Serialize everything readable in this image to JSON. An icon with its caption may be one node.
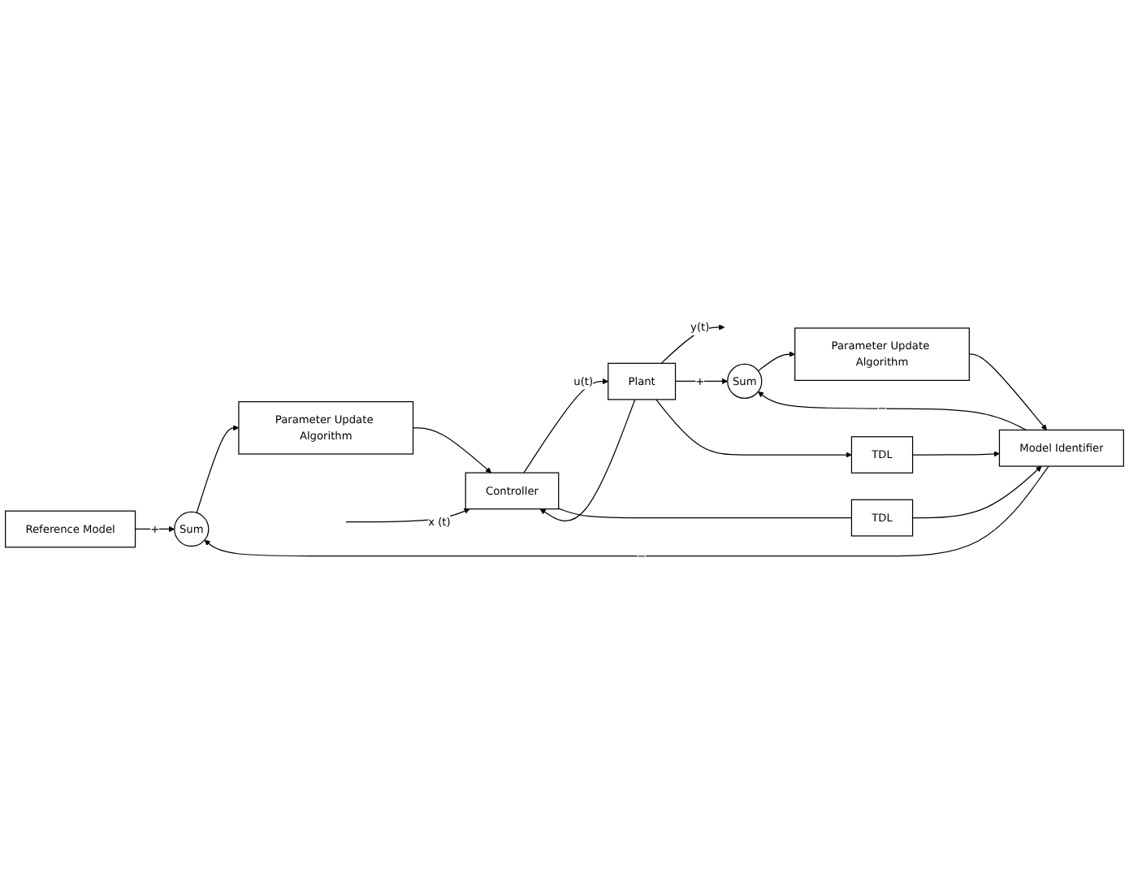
{
  "diagram": {
    "nodes": [
      {
        "text": [
          "Parameter Update Algorithm"
        ]
      },
      {
        "text": [
          "Sum"
        ]
      },
      {
        "text": [
          "Reference Model"
        ]
      },
      {
        "text": [
          "Controller"
        ]
      },
      {
        "text": [
          "Plant"
        ]
      },
      {
        "text": [
          "TDL"
        ]
      },
      {
        "text": [
          "Model Identifier"
        ]
      },
      {
        "text": [
          "Parameter Update Algorithm"
        ]
      },
      {
        "text": [
          "Sum"
        ]
      },
      {
        "text": [
          "TDL"
        ]
      }
    ],
    "edges": [
      {
        "from": null,
        "to": 3,
        "arrow": "to",
        "label": "x (t)"
      },
      {
        "from": 0,
        "to": 3,
        "arrow": "to"
      },
      {
        "from": 1,
        "to": 0,
        "arrow": "to"
      },
      {
        "from": 2,
        "to": 1,
        "arrow": "to",
        "label": "+"
      },
      {
        "from": 6,
        "to": 1,
        "arrow": "to",
        "label": "−"
      },
      {
        "from": 3,
        "to": 4,
        "arrow": "to",
        "label": "u(t)"
      },
      {
        "from": 3,
        "to": 5,
        "arrow": "none"
      },
      {
        "from": 5,
        "to": 6,
        "arrow": "to"
      },
      {
        "from": 4,
        "to": null,
        "arrow": "to",
        "label": "y(t)"
      },
      {
        "from": 4,
        "to": 8,
        "arrow": "to",
        "label": "+"
      },
      {
        "from": 4,
        "to": 9,
        "arrow": "to"
      },
      {
        "from": 4,
        "to": 3,
        "arrow": "to"
      },
      {
        "from": 6,
        "to": 8,
        "arrow": "to",
        "label": "−"
      },
      {
        "from": 8,
        "to": 7,
        "arrow": "to"
      },
      {
        "from": 7,
        "to": 6,
        "arrow": "to"
      },
      {
        "from": 9,
        "to": 6,
        "arrow": "to"
      }
    ]
  }
}
